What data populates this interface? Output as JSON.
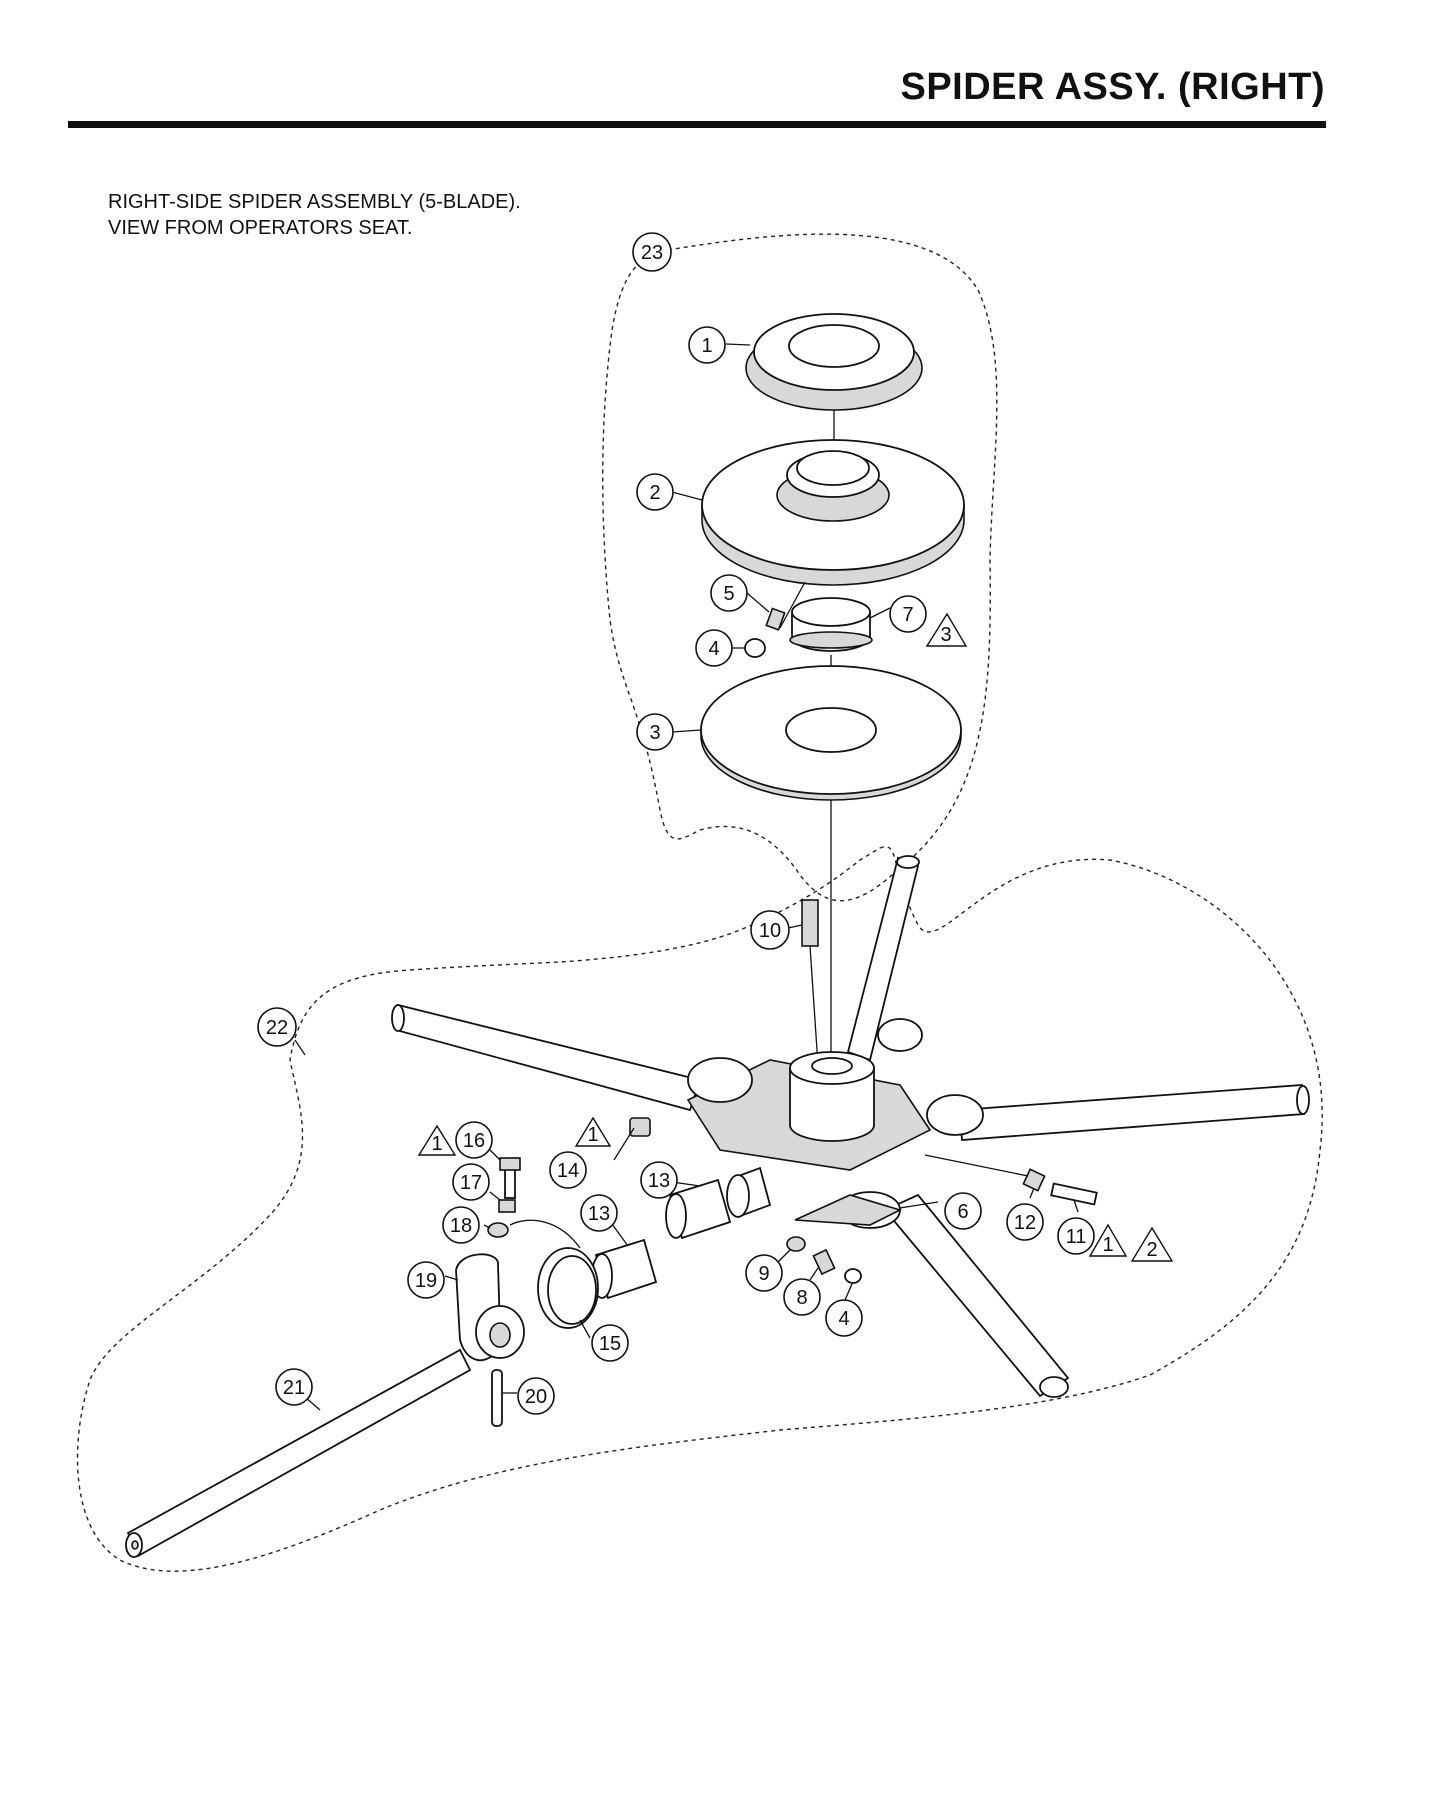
{
  "header": {
    "title": "SPIDER ASSY. (RIGHT)"
  },
  "description": {
    "line1": "RIGHT-SIDE SPIDER ASSEMBLY (5-BLADE).",
    "line2": "VIEW FROM OPERATORS SEAT."
  },
  "callouts": [
    {
      "id": "c1",
      "label": "1"
    },
    {
      "id": "c2",
      "label": "2"
    },
    {
      "id": "c3",
      "label": "3"
    },
    {
      "id": "c4a",
      "label": "4"
    },
    {
      "id": "c5",
      "label": "5"
    },
    {
      "id": "c7",
      "label": "7"
    },
    {
      "id": "c23",
      "label": "23"
    },
    {
      "id": "c10",
      "label": "10"
    },
    {
      "id": "c22",
      "label": "22"
    },
    {
      "id": "c16",
      "label": "16"
    },
    {
      "id": "c17",
      "label": "17"
    },
    {
      "id": "c18",
      "label": "18"
    },
    {
      "id": "c19",
      "label": "19"
    },
    {
      "id": "c14",
      "label": "14"
    },
    {
      "id": "c13a",
      "label": "13"
    },
    {
      "id": "c13b",
      "label": "13"
    },
    {
      "id": "c15",
      "label": "15"
    },
    {
      "id": "c21",
      "label": "21"
    },
    {
      "id": "c20",
      "label": "20"
    },
    {
      "id": "c9",
      "label": "9"
    },
    {
      "id": "c8",
      "label": "8"
    },
    {
      "id": "c4b",
      "label": "4"
    },
    {
      "id": "c6",
      "label": "6"
    },
    {
      "id": "c12",
      "label": "12"
    },
    {
      "id": "c11",
      "label": "11"
    }
  ],
  "notes": [
    {
      "id": "n3-7",
      "label": "3"
    },
    {
      "id": "n1-14",
      "label": "1"
    },
    {
      "id": "n1-16",
      "label": "1"
    },
    {
      "id": "n1-11",
      "label": "1"
    },
    {
      "id": "n2-11",
      "label": "2"
    }
  ]
}
